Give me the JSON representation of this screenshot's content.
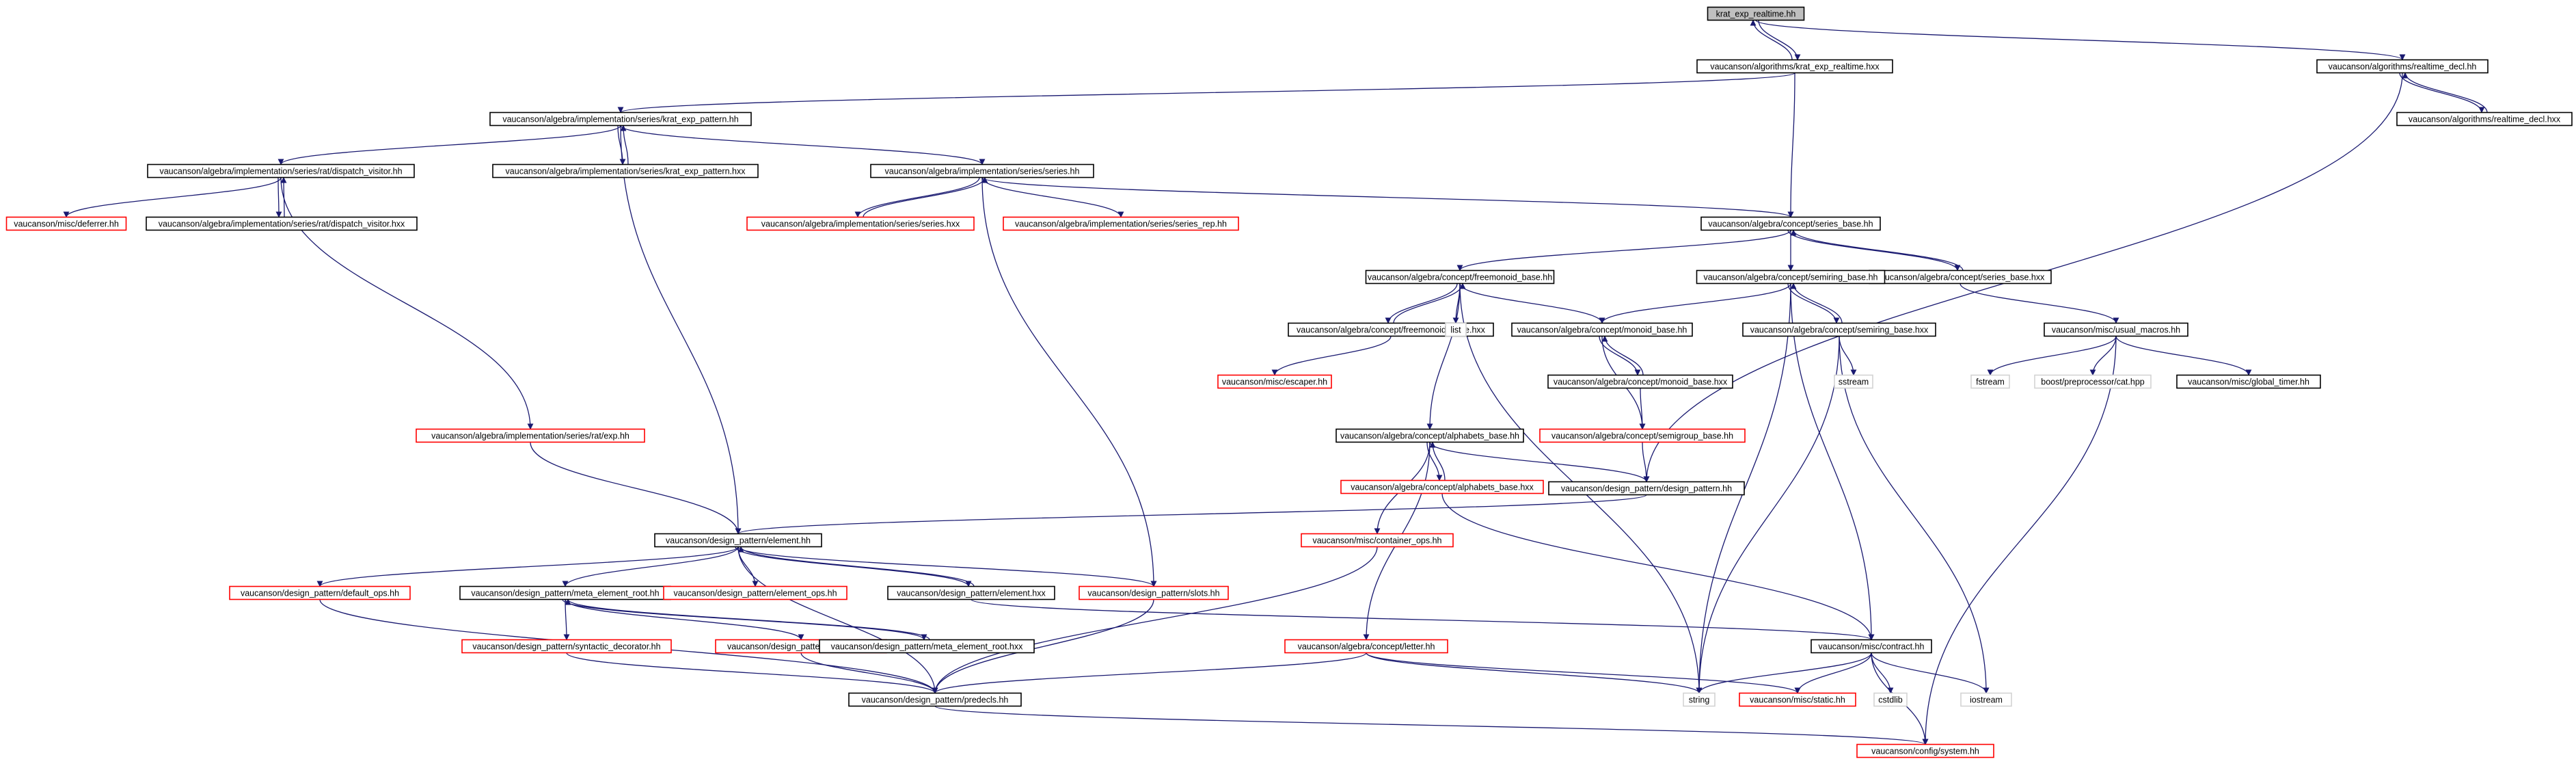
{
  "colors": {
    "edge": "#191970",
    "root_fill": "#bfbfbf",
    "root_border": "#000000",
    "normal_border": "#000000",
    "missing_border": "#ff0000",
    "system_border": "#d3d3d3",
    "node_fill": "#ffffff"
  },
  "nodes": [
    {
      "id": "n_krat_rt_hh",
      "label": "krat_exp_realtime.hh",
      "kind": "root"
    },
    {
      "id": "n_algo_krat_hxx",
      "label": "vaucanson/algorithms/krat_exp_realtime.hxx",
      "kind": "normal"
    },
    {
      "id": "n_algo_rt_decl_hh",
      "label": "vaucanson/algorithms/realtime_decl.hh",
      "kind": "normal"
    },
    {
      "id": "n_algo_rt_decl_hxx",
      "label": "vaucanson/algorithms/realtime_decl.hxx",
      "kind": "normal"
    },
    {
      "id": "n_kep_hh",
      "label": "vaucanson/algebra/implementation/series/krat_exp_pattern.hh",
      "kind": "normal"
    },
    {
      "id": "n_kep_hxx",
      "label": "vaucanson/algebra/implementation/series/krat_exp_pattern.hxx",
      "kind": "normal"
    },
    {
      "id": "n_dv_hh",
      "label": "vaucanson/algebra/implementation/series/rat/dispatch_visitor.hh",
      "kind": "normal"
    },
    {
      "id": "n_dv_hxx",
      "label": "vaucanson/algebra/implementation/series/rat/dispatch_visitor.hxx",
      "kind": "normal"
    },
    {
      "id": "n_deferrer",
      "label": "vaucanson/misc/deferrer.hh",
      "kind": "missing"
    },
    {
      "id": "n_series_hh",
      "label": "vaucanson/algebra/implementation/series/series.hh",
      "kind": "normal"
    },
    {
      "id": "n_series_hxx",
      "label": "vaucanson/algebra/implementation/series/series.hxx",
      "kind": "missing"
    },
    {
      "id": "n_series_rep",
      "label": "vaucanson/algebra/implementation/series/series_rep.hh",
      "kind": "missing"
    },
    {
      "id": "n_series_base_hh",
      "label": "vaucanson/algebra/concept/series_base.hh",
      "kind": "normal"
    },
    {
      "id": "n_series_base_hxx",
      "label": "vaucanson/algebra/concept/series_base.hxx",
      "kind": "normal"
    },
    {
      "id": "n_fm_hh",
      "label": "vaucanson/algebra/concept/freemonoid_base.hh",
      "kind": "normal"
    },
    {
      "id": "n_fm_hxx",
      "label": "vaucanson/algebra/concept/freemonoid_base.hxx",
      "kind": "normal"
    },
    {
      "id": "n_list",
      "label": "list",
      "kind": "system"
    },
    {
      "id": "n_semiring_hh",
      "label": "vaucanson/algebra/concept/semiring_base.hh",
      "kind": "normal"
    },
    {
      "id": "n_semiring_hxx",
      "label": "vaucanson/algebra/concept/semiring_base.hxx",
      "kind": "normal"
    },
    {
      "id": "n_usual_macros",
      "label": "vaucanson/misc/usual_macros.hh",
      "kind": "normal"
    },
    {
      "id": "n_escaper",
      "label": "vaucanson/misc/escaper.hh",
      "kind": "missing"
    },
    {
      "id": "n_monoid_hh",
      "label": "vaucanson/algebra/concept/monoid_base.hh",
      "kind": "normal"
    },
    {
      "id": "n_monoid_hxx",
      "label": "vaucanson/algebra/concept/monoid_base.hxx",
      "kind": "normal"
    },
    {
      "id": "n_sstream",
      "label": "sstream",
      "kind": "system"
    },
    {
      "id": "n_fstream",
      "label": "fstream",
      "kind": "system"
    },
    {
      "id": "n_boost_cat",
      "label": "boost/preprocessor/cat.hpp",
      "kind": "system"
    },
    {
      "id": "n_global_timer",
      "label": "vaucanson/misc/global_timer.hh",
      "kind": "normal"
    },
    {
      "id": "n_rat_exp",
      "label": "vaucanson/algebra/implementation/series/rat/exp.hh",
      "kind": "missing"
    },
    {
      "id": "n_alpha_hh",
      "label": "vaucanson/algebra/concept/alphabets_base.hh",
      "kind": "normal"
    },
    {
      "id": "n_alpha_hxx",
      "label": "vaucanson/algebra/concept/alphabets_base.hxx",
      "kind": "missing"
    },
    {
      "id": "n_semigroup",
      "label": "vaucanson/algebra/concept/semigroup_base.hh",
      "kind": "missing"
    },
    {
      "id": "n_dp_hh",
      "label": "vaucanson/design_pattern/design_pattern.hh",
      "kind": "normal"
    },
    {
      "id": "n_container_ops",
      "label": "vaucanson/misc/container_ops.hh",
      "kind": "missing"
    },
    {
      "id": "n_element_hh",
      "label": "vaucanson/design_pattern/element.hh",
      "kind": "normal"
    },
    {
      "id": "n_default_ops",
      "label": "vaucanson/design_pattern/default_ops.hh",
      "kind": "missing"
    },
    {
      "id": "n_mer_hh",
      "label": "vaucanson/design_pattern/meta_element_root.hh",
      "kind": "normal"
    },
    {
      "id": "n_element_ops",
      "label": "vaucanson/design_pattern/element_ops.hh",
      "kind": "missing"
    },
    {
      "id": "n_element_hxx",
      "label": "vaucanson/design_pattern/element.hxx",
      "kind": "normal"
    },
    {
      "id": "n_slots",
      "label": "vaucanson/design_pattern/slots.hh",
      "kind": "missing"
    },
    {
      "id": "n_syntactic",
      "label": "vaucanson/design_pattern/syntactic_decorator.hh",
      "kind": "missing"
    },
    {
      "id": "n_structure",
      "label": "vaucanson/design_pattern/structure.hh",
      "kind": "missing"
    },
    {
      "id": "n_mer_hxx",
      "label": "vaucanson/design_pattern/meta_element_root.hxx",
      "kind": "normal"
    },
    {
      "id": "n_letter",
      "label": "vaucanson/algebra/concept/letter.hh",
      "kind": "missing"
    },
    {
      "id": "n_contract",
      "label": "vaucanson/misc/contract.hh",
      "kind": "normal"
    },
    {
      "id": "n_predecls",
      "label": "vaucanson/design_pattern/predecls.hh",
      "kind": "normal"
    },
    {
      "id": "n_string",
      "label": "string",
      "kind": "system"
    },
    {
      "id": "n_static",
      "label": "vaucanson/misc/static.hh",
      "kind": "missing"
    },
    {
      "id": "n_cstdlib",
      "label": "cstdlib",
      "kind": "system"
    },
    {
      "id": "n_iostream",
      "label": "iostream",
      "kind": "system"
    },
    {
      "id": "n_system",
      "label": "vaucanson/config/system.hh",
      "kind": "missing"
    }
  ],
  "edges": [
    [
      "n_krat_rt_hh",
      "n_algo_krat_hxx"
    ],
    [
      "n_krat_rt_hh",
      "n_algo_rt_decl_hh"
    ],
    [
      "n_algo_krat_hxx",
      "n_krat_rt_hh"
    ],
    [
      "n_algo_krat_hxx",
      "n_kep_hh"
    ],
    [
      "n_algo_krat_hxx",
      "n_series_base_hh"
    ],
    [
      "n_algo_rt_decl_hh",
      "n_algo_rt_decl_hxx"
    ],
    [
      "n_algo_rt_decl_hxx",
      "n_algo_rt_decl_hh"
    ],
    [
      "n_algo_rt_decl_hh",
      "n_dp_hh"
    ],
    [
      "n_kep_hh",
      "n_kep_hxx"
    ],
    [
      "n_kep_hxx",
      "n_kep_hh"
    ],
    [
      "n_kep_hh",
      "n_dv_hh"
    ],
    [
      "n_kep_hh",
      "n_series_hh"
    ],
    [
      "n_kep_hh",
      "n_element_hh"
    ],
    [
      "n_dv_hh",
      "n_deferrer"
    ],
    [
      "n_dv_hh",
      "n_dv_hxx"
    ],
    [
      "n_dv_hxx",
      "n_dv_hh"
    ],
    [
      "n_dv_hh",
      "n_rat_exp"
    ],
    [
      "n_series_hh",
      "n_series_hxx"
    ],
    [
      "n_series_hxx",
      "n_series_hh"
    ],
    [
      "n_series_hh",
      "n_series_rep"
    ],
    [
      "n_series_hh",
      "n_series_base_hh"
    ],
    [
      "n_series_hh",
      "n_slots"
    ],
    [
      "n_series_base_hh",
      "n_fm_hh"
    ],
    [
      "n_series_base_hh",
      "n_semiring_hh"
    ],
    [
      "n_series_base_hh",
      "n_series_base_hxx"
    ],
    [
      "n_series_base_hxx",
      "n_series_base_hh"
    ],
    [
      "n_series_base_hxx",
      "n_usual_macros"
    ],
    [
      "n_fm_hh",
      "n_fm_hxx"
    ],
    [
      "n_fm_hxx",
      "n_fm_hh"
    ],
    [
      "n_fm_hh",
      "n_list"
    ],
    [
      "n_fm_hh",
      "n_monoid_hh"
    ],
    [
      "n_fm_hh",
      "n_alpha_hh"
    ],
    [
      "n_fm_hh",
      "n_string"
    ],
    [
      "n_fm_hxx",
      "n_escaper"
    ],
    [
      "n_semiring_hh",
      "n_monoid_hh"
    ],
    [
      "n_semiring_hh",
      "n_semiring_hxx"
    ],
    [
      "n_semiring_hxx",
      "n_semiring_hh"
    ],
    [
      "n_semiring_hh",
      "n_string"
    ],
    [
      "n_semiring_hh",
      "n_contract"
    ],
    [
      "n_semiring_hxx",
      "n_sstream"
    ],
    [
      "n_semiring_hxx",
      "n_iostream"
    ],
    [
      "n_semiring_hxx",
      "n_string"
    ],
    [
      "n_usual_macros",
      "n_fstream"
    ],
    [
      "n_usual_macros",
      "n_boost_cat"
    ],
    [
      "n_usual_macros",
      "n_global_timer"
    ],
    [
      "n_usual_macros",
      "n_system"
    ],
    [
      "n_monoid_hh",
      "n_monoid_hxx"
    ],
    [
      "n_monoid_hxx",
      "n_monoid_hh"
    ],
    [
      "n_monoid_hh",
      "n_semigroup"
    ],
    [
      "n_monoid_hxx",
      "n_semigroup"
    ],
    [
      "n_semigroup",
      "n_dp_hh"
    ],
    [
      "n_rat_exp",
      "n_element_hh"
    ],
    [
      "n_alpha_hh",
      "n_alpha_hxx"
    ],
    [
      "n_alpha_hxx",
      "n_alpha_hh"
    ],
    [
      "n_alpha_hh",
      "n_dp_hh"
    ],
    [
      "n_alpha_hh",
      "n_container_ops"
    ],
    [
      "n_alpha_hh",
      "n_letter"
    ],
    [
      "n_alpha_hxx",
      "n_contract"
    ],
    [
      "n_dp_hh",
      "n_element_hh"
    ],
    [
      "n_container_ops",
      "n_predecls"
    ],
    [
      "n_element_hh",
      "n_default_ops"
    ],
    [
      "n_element_hh",
      "n_mer_hh"
    ],
    [
      "n_element_hh",
      "n_element_ops"
    ],
    [
      "n_element_hh",
      "n_element_hxx"
    ],
    [
      "n_element_hxx",
      "n_element_hh"
    ],
    [
      "n_element_hh",
      "n_slots"
    ],
    [
      "n_element_hh",
      "n_predecls"
    ],
    [
      "n_element_hxx",
      "n_contract"
    ],
    [
      "n_default_ops",
      "n_predecls"
    ],
    [
      "n_mer_hh",
      "n_syntactic"
    ],
    [
      "n_mer_hh",
      "n_structure"
    ],
    [
      "n_mer_hh",
      "n_mer_hxx"
    ],
    [
      "n_mer_hxx",
      "n_mer_hh"
    ],
    [
      "n_syntactic",
      "n_predecls"
    ],
    [
      "n_structure",
      "n_predecls"
    ],
    [
      "n_slots",
      "n_predecls"
    ],
    [
      "n_letter",
      "n_predecls"
    ],
    [
      "n_letter",
      "n_string"
    ],
    [
      "n_letter",
      "n_static"
    ],
    [
      "n_contract",
      "n_string"
    ],
    [
      "n_contract",
      "n_static"
    ],
    [
      "n_contract",
      "n_cstdlib"
    ],
    [
      "n_contract",
      "n_iostream"
    ],
    [
      "n_contract",
      "n_system"
    ],
    [
      "n_predecls",
      "n_system"
    ]
  ]
}
